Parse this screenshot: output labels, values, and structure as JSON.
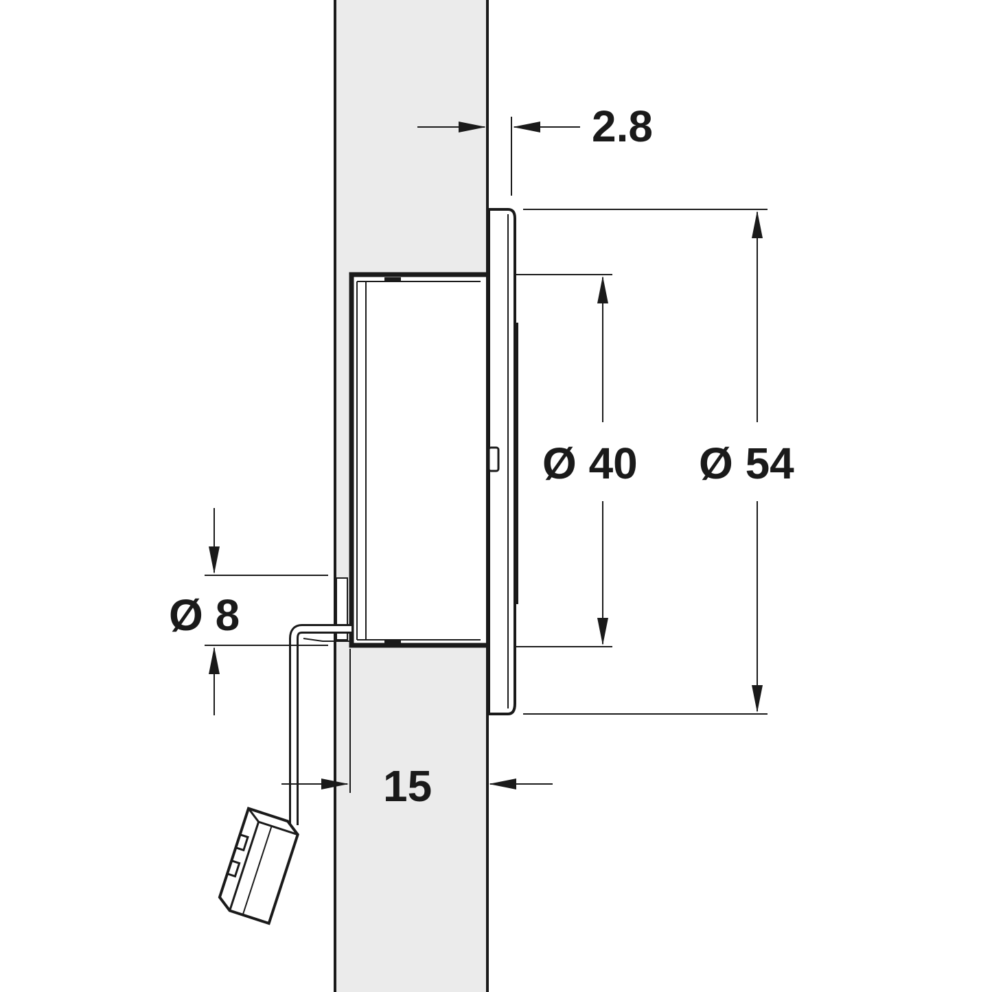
{
  "colors": {
    "panel_fill": "#ebebeb",
    "line": "#1a1a1a",
    "background": "#ffffff"
  },
  "dimensions": {
    "flange_thickness": "2.8",
    "inner_diameter": "Ø 40",
    "outer_diameter": "Ø 54",
    "cable_diameter": "Ø 8",
    "panel_thickness": "15"
  }
}
